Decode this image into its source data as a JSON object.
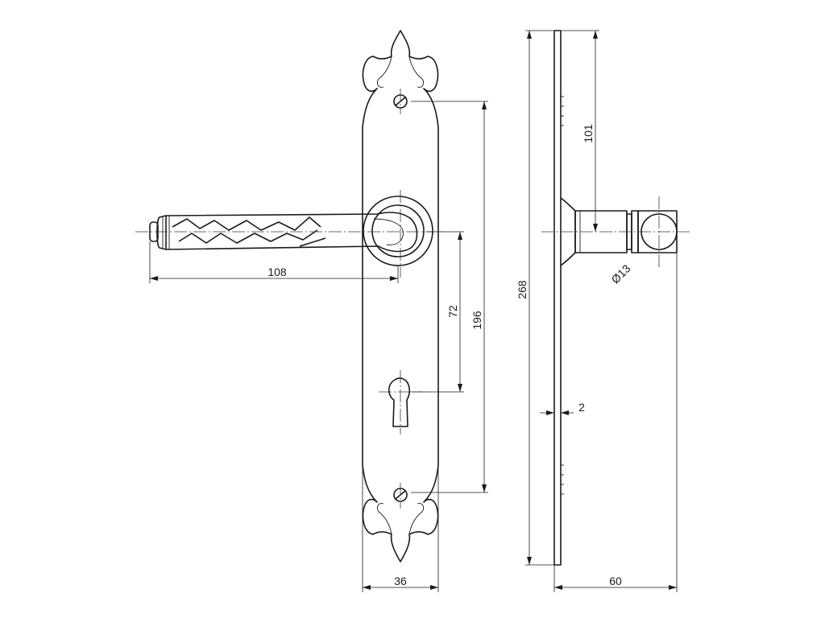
{
  "dimensions": {
    "handle_length": "108",
    "plate_width": "36",
    "handle_to_keyhole": "72",
    "screw_spacing": "196",
    "plate_height": "268",
    "rose_to_square": "101",
    "spindle_diameter": "Ø13",
    "plate_thickness": "2",
    "projection": "60"
  }
}
